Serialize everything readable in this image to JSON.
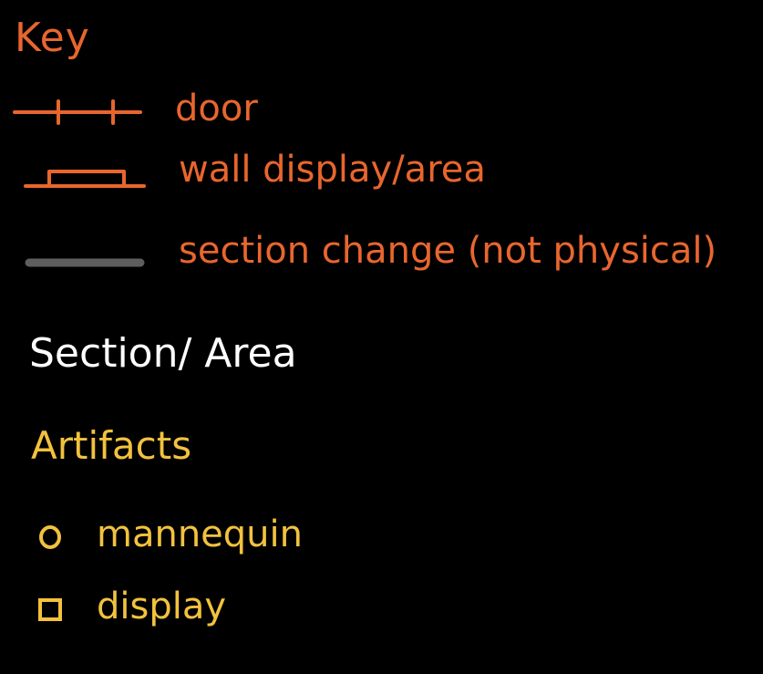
{
  "key": {
    "title": "Key",
    "entries": [
      {
        "symbol": "door-icon",
        "label": "door"
      },
      {
        "symbol": "wall-display-icon",
        "label": "wall display/area"
      },
      {
        "symbol": "section-change-line-icon",
        "label": "section change (not physical)"
      }
    ]
  },
  "section_area": {
    "label": "Section/ Area"
  },
  "artifacts": {
    "title": "Artifacts",
    "items": [
      {
        "symbol": "circle-icon",
        "label": "mannequin"
      },
      {
        "symbol": "square-icon",
        "label": "display"
      }
    ]
  },
  "colors": {
    "background": "#000000",
    "orange": "#E8662E",
    "white": "#FFFFFF",
    "yellow": "#F2C23E",
    "gray": "#5E5E5E"
  }
}
